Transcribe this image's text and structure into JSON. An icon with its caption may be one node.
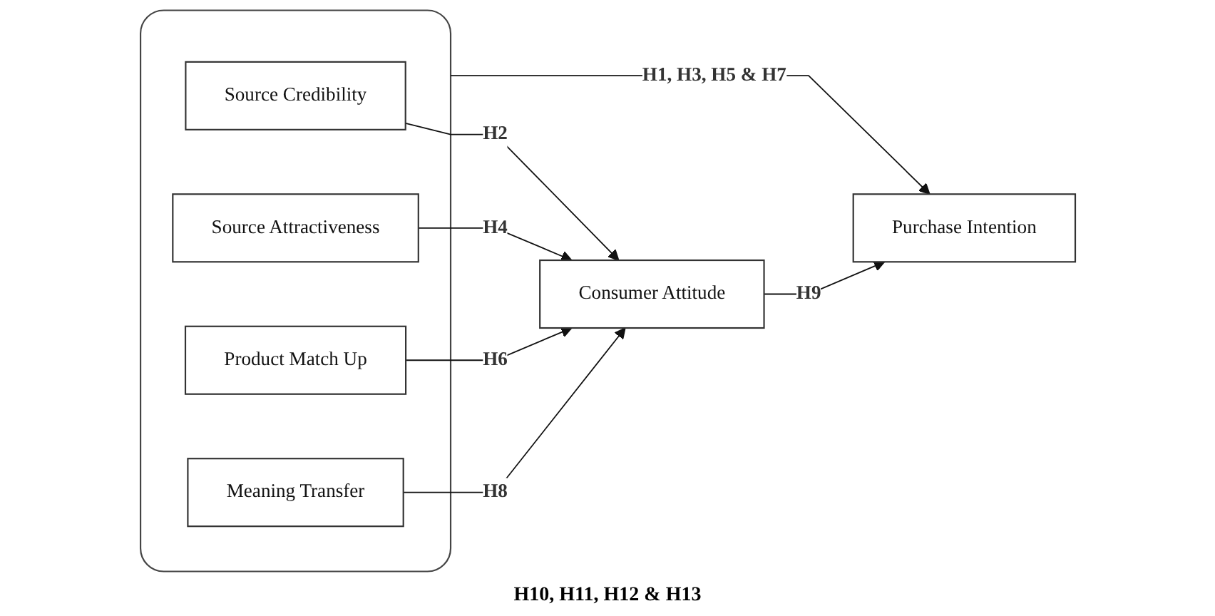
{
  "diagram": {
    "nodes": [
      {
        "text": [],
        "shape": "box"
      },
      {
        "text": [
          "Source Credibility"
        ],
        "in": 0
      },
      {
        "text": [
          "Source Attractiveness"
        ],
        "in": 0
      },
      {
        "text": [
          "Product Match Up"
        ],
        "in": 0
      },
      {
        "text": [
          "Meaning Transfer"
        ],
        "in": 0
      },
      {
        "text": [
          "Consumer Attitude"
        ]
      },
      {
        "text": [
          "Purchase Intention"
        ]
      }
    ],
    "edges": [
      {
        "from": 0,
        "to": 6,
        "arrow": "to",
        "label": "H1, H3, H5 & H7"
      },
      {
        "from": 1,
        "to": 5,
        "arrow": "to",
        "label": "H2"
      },
      {
        "from": 2,
        "to": 5,
        "arrow": "to",
        "label": "H4"
      },
      {
        "from": 3,
        "to": 5,
        "arrow": "to",
        "label": "H6"
      },
      {
        "from": 4,
        "to": 5,
        "arrow": "to",
        "label": "H8"
      },
      {
        "from": 5,
        "to": 6,
        "arrow": "to",
        "label": "H9"
      }
    ],
    "labels": [
      "H10, H11, H12 & H13"
    ]
  }
}
